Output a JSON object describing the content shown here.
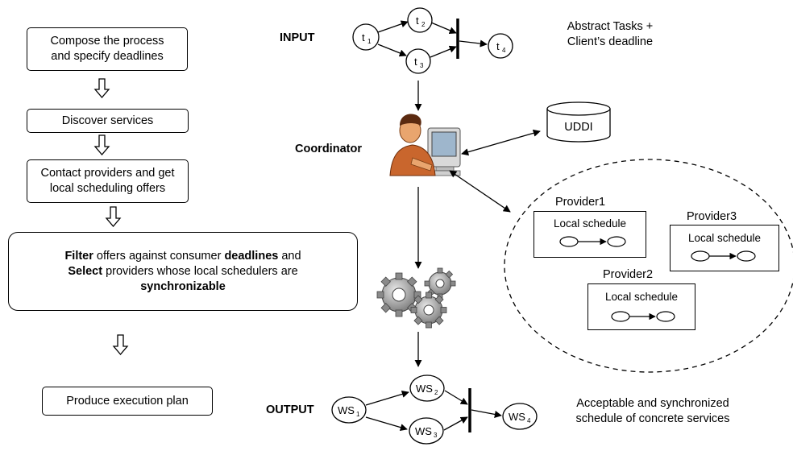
{
  "steps": {
    "compose_line1": "Compose the process",
    "compose_line2": "and specify deadlines",
    "discover": "Discover services",
    "contact_line1": "Contact providers and get",
    "contact_line2": "local scheduling offers",
    "filter": {
      "w1": "Filter",
      "t1": " offers against consumer ",
      "w2": "deadlines",
      "t2": " and",
      "w3": "Select",
      "t3": " providers whose local schedulers are",
      "w4": "synchronizable"
    },
    "produce": "Produce execution plan"
  },
  "labels": {
    "input": "INPUT",
    "coordinator": "Coordinator",
    "output": "OUTPUT",
    "abstract_line1": "Abstract Tasks +",
    "abstract_line2": "Client’s deadline",
    "acceptable_line1": "Acceptable and synchronized",
    "acceptable_line2": "schedule of concrete services"
  },
  "input_graph": {
    "t1": {
      "base": "t",
      "sub": "1"
    },
    "t2": {
      "base": "t",
      "sub": "2"
    },
    "t3": {
      "base": "t",
      "sub": "3"
    },
    "t4": {
      "base": "t",
      "sub": "4"
    }
  },
  "output_graph": {
    "ws1": {
      "base": "WS",
      "sub": "1"
    },
    "ws2": {
      "base": "WS",
      "sub": "2"
    },
    "ws3": {
      "base": "WS",
      "sub": "3"
    },
    "ws4": {
      "base": "WS",
      "sub": "4"
    }
  },
  "uddi": "UDDI",
  "providers": {
    "p1": {
      "name": "Provider1",
      "schedule": "Local schedule"
    },
    "p2": {
      "name": "Provider2",
      "schedule": "Local schedule"
    },
    "p3": {
      "name": "Provider3",
      "schedule": "Local schedule"
    }
  },
  "icons": {
    "coordinator": "person-at-computer-icon",
    "process": "gears-icon",
    "flow_arrow": "hollow-down-arrow-icon"
  }
}
